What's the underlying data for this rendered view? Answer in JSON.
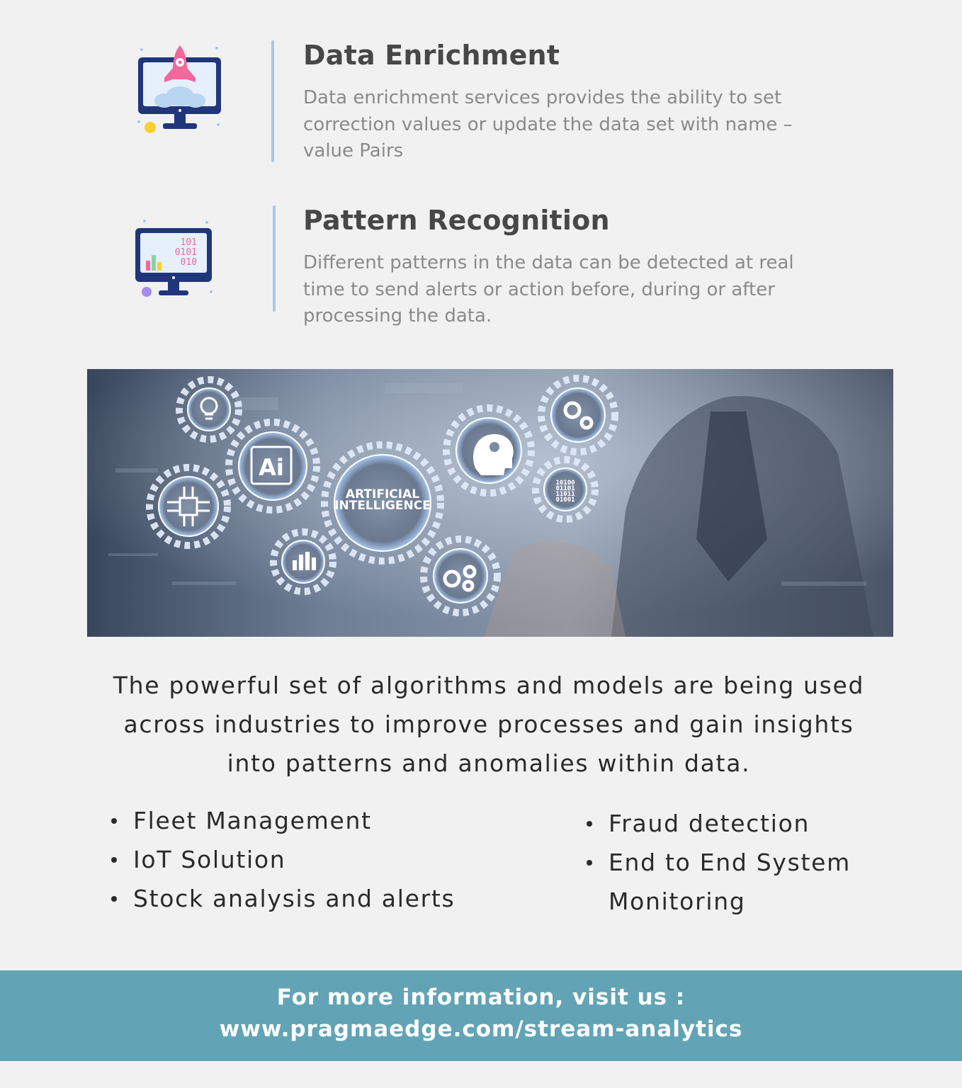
{
  "features": [
    {
      "title": "Data Enrichment",
      "description_lines": [
        "Data enrichment services provides the ability to set",
        "correction values or update the data set with name –",
        "value Pairs"
      ],
      "icon": "rocket-monitor-icon"
    },
    {
      "title": "Pattern Recognition",
      "description_lines": [
        "Different patterns in the data can be detected at real",
        "time to send alerts or action before, during or after",
        "processing the data."
      ],
      "icon": "binary-chart-monitor-icon"
    }
  ],
  "hero": {
    "center_label_1": "ARTIFICIAL",
    "center_label_2": "INTELLIGENCE",
    "ai_chip_label": "Ai",
    "binary_lines": [
      "10100",
      "01101",
      "11011",
      "01001"
    ]
  },
  "binary_icon_lines": [
    "101",
    "0101",
    "010"
  ],
  "intro_lines": [
    "The powerful set of algorithms and models are being used",
    "across industries to improve processes and gain insights",
    "into patterns and anomalies within data."
  ],
  "use_cases_left": [
    "Fleet Management",
    "IoT Solution",
    "Stock analysis and alerts"
  ],
  "use_cases_right": [
    "Fraud detection",
    "End to End System",
    "Monitoring"
  ],
  "footer": {
    "line1": "For more information, visit us :",
    "line2": "www.pragmaedge.com/stream-analytics"
  },
  "colors": {
    "background": "#f1f1f1",
    "accent_line": "#a9c6ee",
    "footer": "#62a4b5",
    "icon_navy": "#21367a",
    "icon_pink": "#f4679a"
  }
}
